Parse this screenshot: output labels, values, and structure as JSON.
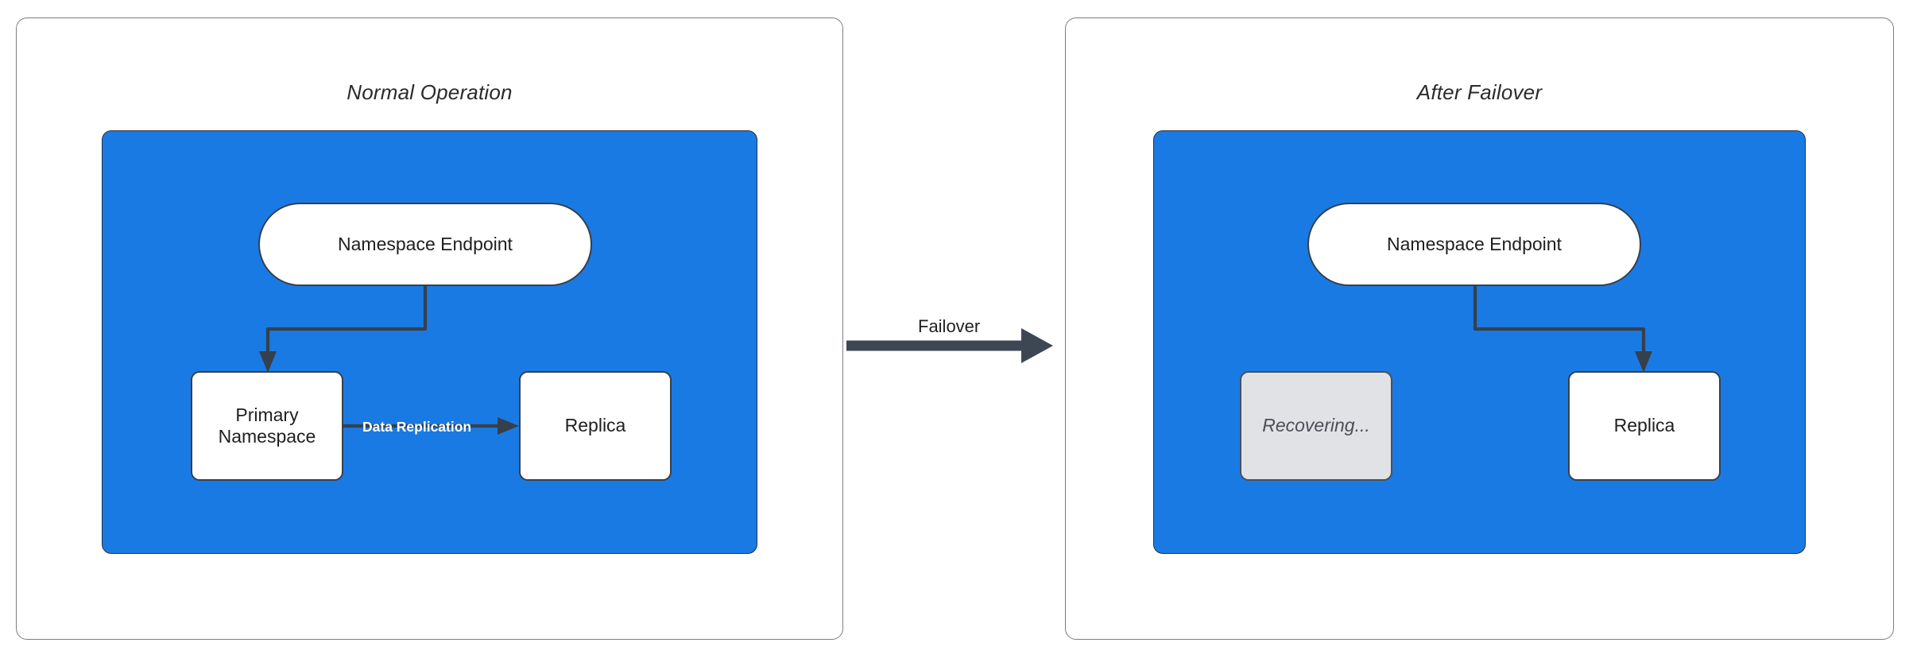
{
  "diagram": {
    "background": "#ffffff",
    "accent_blue": "#1a7ae4",
    "stroke_dark": "#36404a",
    "muted_fill": "#e0e2e6"
  },
  "panels": [
    {
      "key": "normal",
      "title": "Normal Operation",
      "nodes": [
        {
          "key": "endpoint",
          "label": "Namespace Endpoint",
          "shape": "pill",
          "state": "active"
        },
        {
          "key": "primary",
          "label": "Primary\nNamespace",
          "line1": "Primary",
          "line2": "Namespace",
          "shape": "rect",
          "state": "active"
        },
        {
          "key": "replica",
          "label": "Replica",
          "shape": "rect",
          "state": "active"
        }
      ],
      "edges": [
        {
          "key": "endpoint-to-primary",
          "from": "endpoint",
          "to": "primary",
          "label": ""
        },
        {
          "key": "primary-to-replica",
          "from": "primary",
          "to": "replica",
          "label": "Data Replication"
        }
      ]
    },
    {
      "key": "failover",
      "title": "After Failover",
      "nodes": [
        {
          "key": "endpoint",
          "label": "Namespace Endpoint",
          "shape": "pill",
          "state": "active"
        },
        {
          "key": "recovering",
          "label": "Recovering...",
          "shape": "rect",
          "state": "muted"
        },
        {
          "key": "replica",
          "label": "Replica",
          "shape": "rect",
          "state": "active"
        }
      ],
      "edges": [
        {
          "key": "endpoint-to-replica",
          "from": "endpoint",
          "to": "replica",
          "label": ""
        }
      ]
    }
  ],
  "transition": {
    "label": "Failover",
    "from_panel": "normal",
    "to_panel": "failover"
  }
}
